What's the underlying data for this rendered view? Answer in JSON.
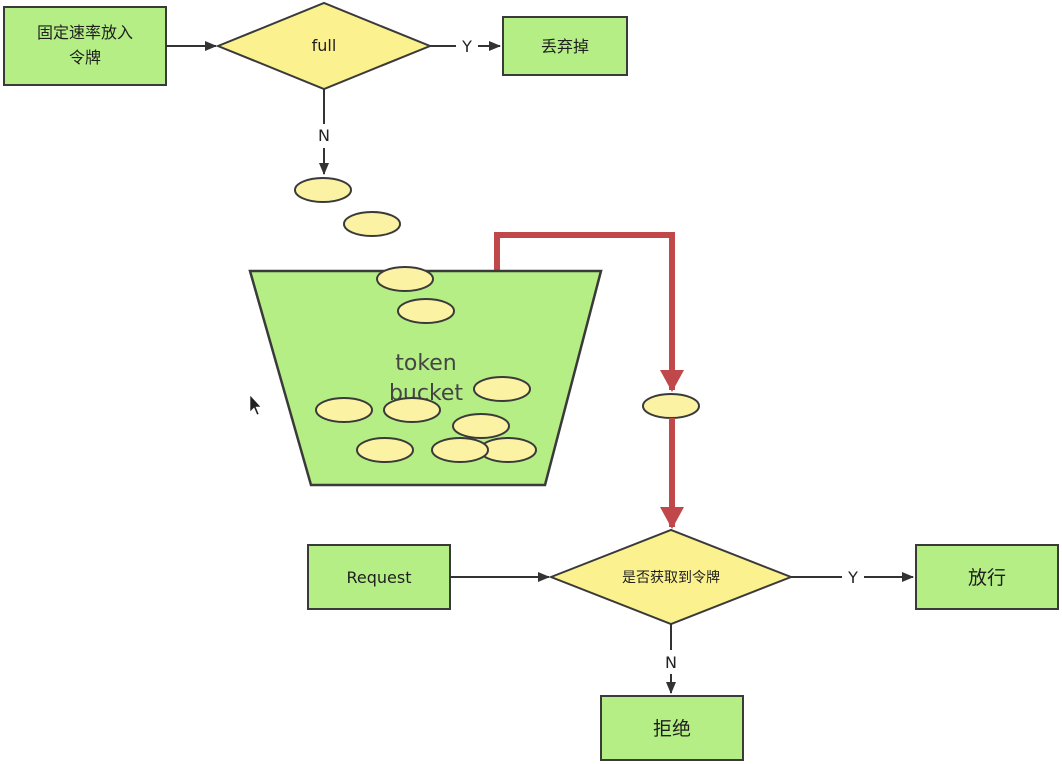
{
  "nodes": {
    "source": {
      "line1": "固定速率放入",
      "line2": "令牌"
    },
    "full_check": "full",
    "discard": "丢弃掉",
    "bucket": {
      "line1": "token",
      "line2": "bucket"
    },
    "request": "Request",
    "acquire_check": "是否获取到令牌",
    "pass": "放行",
    "reject": "拒绝"
  },
  "edges": {
    "full_yes": "Y",
    "full_no": "N",
    "acquire_yes": "Y",
    "acquire_no": "N"
  },
  "colors": {
    "box_fill": "#b4ee84",
    "diamond_fill": "#fbf28f",
    "token_fill": "#fbf2a4",
    "flow_arrow": "#c0474a"
  }
}
